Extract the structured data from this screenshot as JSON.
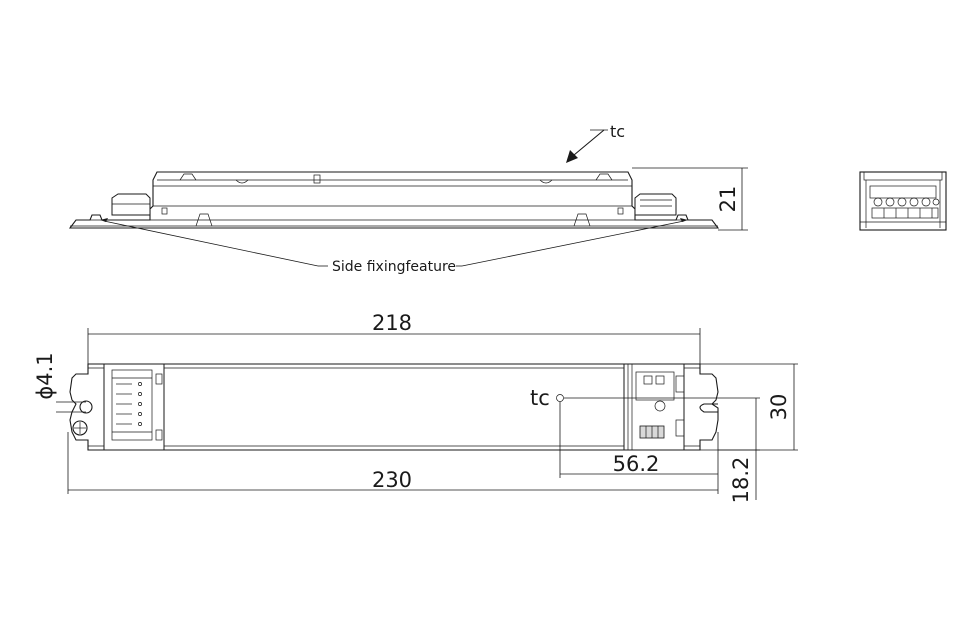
{
  "labels": {
    "tc_top": "tc",
    "side_fixing": "Side fixingfeature",
    "height_21": "21",
    "dim_218": "218",
    "dim_230": "230",
    "dim_41": "ϕ4.1",
    "tc_plan": "tc",
    "dim_30": "30",
    "dim_562": "56.2",
    "dim_182": "18.2"
  }
}
